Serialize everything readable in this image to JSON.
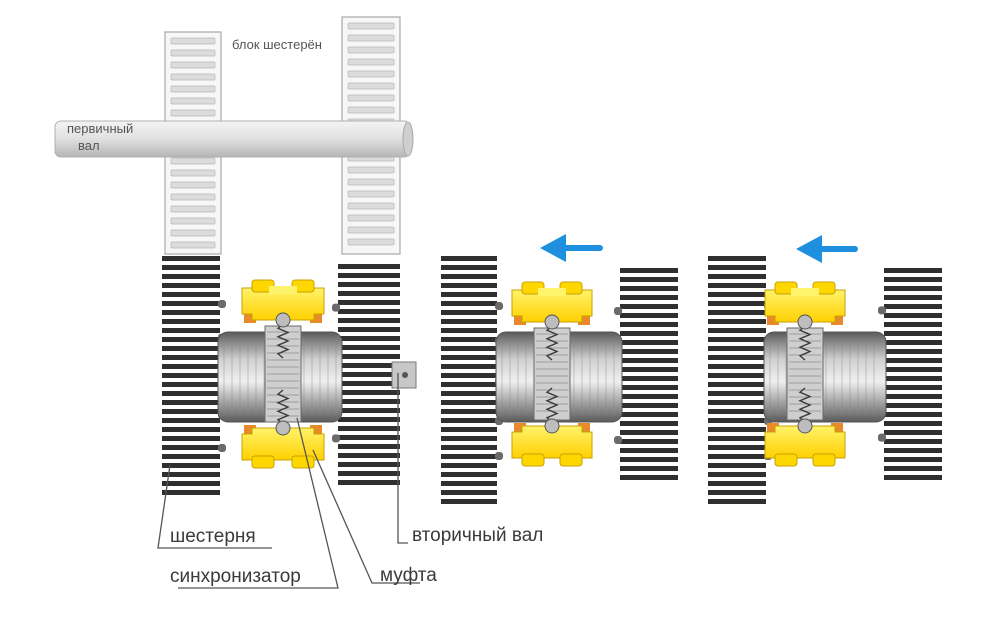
{
  "labels": {
    "gear_block": "блок шестерён",
    "input_shaft_line1": "первичный",
    "input_shaft_line2": "вал",
    "gear": "шестерня",
    "synchronizer": "синхронизатор",
    "output_shaft": "вторичный вал",
    "sleeve": "муфта"
  },
  "colors": {
    "gear_light": "#dcdcdc",
    "gear_dark": "#2f2f2f",
    "shaft": "#9e9e9e",
    "sleeve_yellow": "#ffd700",
    "sleeve_yellow_light": "#fff36b",
    "ring_orange": "#e8892a",
    "arrow_blue": "#1f8fe0",
    "leader_line": "#555555"
  },
  "icons": {
    "direction_arrow": "arrow-left-icon",
    "spring": "spring-icon",
    "locking_ball": "ball-icon"
  }
}
